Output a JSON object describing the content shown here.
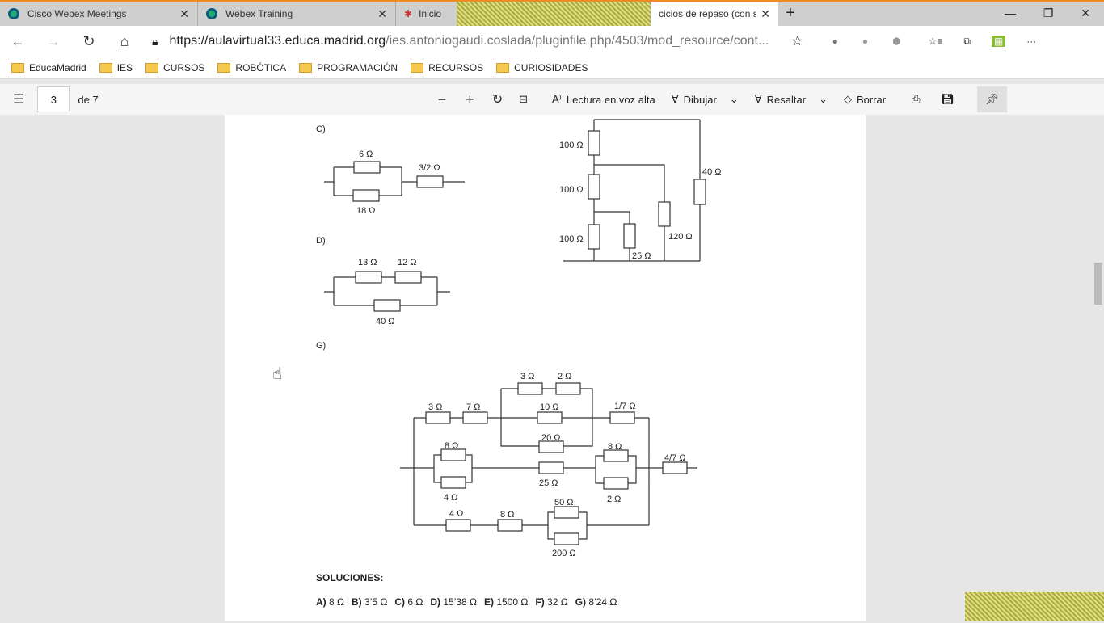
{
  "tabs": [
    {
      "label": "Cisco Webex Meetings"
    },
    {
      "label": "Webex Training"
    },
    {
      "label": "Inicio"
    },
    {
      "label": "cicios de repaso (con so"
    }
  ],
  "address": {
    "url_host": "https://aulavirtual33.educa.madrid.org",
    "url_path": "/ies.antoniogaudi.coslada/pluginfile.php/4503/mod_resource/cont..."
  },
  "bookmarks": [
    "EducaMadrid",
    "IES",
    "CURSOS",
    "ROBÓTICA",
    "PROGRAMACIÓN",
    "RECURSOS",
    "CURIOSIDADES"
  ],
  "pdf": {
    "page": "3",
    "of": "de 7",
    "read_aloud": "Lectura en voz alta",
    "draw": "Dibujar",
    "highlight": "Resaltar",
    "erase": "Borrar"
  },
  "doc": {
    "c_label": "C)",
    "c": [
      "6 Ω",
      "18 Ω",
      "3/2 Ω"
    ],
    "f": [
      "100 Ω",
      "100 Ω",
      "100 Ω",
      "25 Ω",
      "120 Ω",
      "40 Ω"
    ],
    "d_label": "D)",
    "d": [
      "13 Ω",
      "12 Ω",
      "40 Ω"
    ],
    "g_label": "G)",
    "g": [
      "3 Ω",
      "7 Ω",
      "3 Ω",
      "2 Ω",
      "10 Ω",
      "20 Ω",
      "1/7 Ω",
      "8 Ω",
      "4 Ω",
      "25 Ω",
      "8 Ω",
      "2 Ω",
      "4/7 Ω",
      "4 Ω",
      "8 Ω",
      "50 Ω",
      "200 Ω"
    ],
    "solutions_title": "SOLUCIONES:",
    "solutions": [
      [
        "A)",
        "8 Ω"
      ],
      [
        "B)",
        "3’5 Ω"
      ],
      [
        "C)",
        "6 Ω"
      ],
      [
        "D)",
        "15’38 Ω"
      ],
      [
        "E)",
        "1500 Ω"
      ],
      [
        "F)",
        "32 Ω"
      ],
      [
        "G)",
        "8’24 Ω"
      ]
    ]
  }
}
